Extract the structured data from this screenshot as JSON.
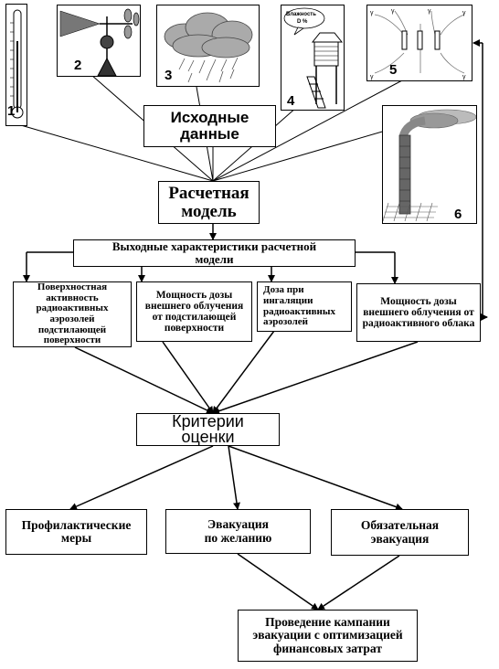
{
  "source_data": {
    "title_line1": "Исходные",
    "title_line2": "данные"
  },
  "model": {
    "line1": "Расчетная",
    "line2": "модель"
  },
  "outputs": {
    "title_line1": "Выходные характеристики расчетной",
    "title_line2": "модели",
    "items": [
      {
        "lines": [
          "Поверхностная",
          "активность",
          "радиоактивных",
          "аэрозолей",
          "подстилающей",
          "поверхности"
        ]
      },
      {
        "lines": [
          "Мощность дозы",
          "внешнего облучения",
          "от подстилающей",
          "поверхности"
        ]
      },
      {
        "lines": [
          "Доза при",
          "ингаляции",
          "радиоактивных",
          "аэрозолей"
        ]
      },
      {
        "lines": [
          "Мощность дозы",
          "внешнего облучения от",
          "радиоактивного облака"
        ]
      }
    ]
  },
  "criteria": {
    "line1": "Критерии",
    "line2": "оценки"
  },
  "actions": [
    {
      "lines": [
        "Профилактические",
        "меры"
      ]
    },
    {
      "lines": [
        "Эвакуация",
        "по желанию"
      ]
    },
    {
      "lines": [
        "Обязательная",
        "эвакуация"
      ]
    }
  ],
  "final": {
    "lines": [
      "Проведение кампании",
      "эвакуации с оптимизацией",
      "финансовых затрат"
    ]
  },
  "pictures": {
    "p1": {
      "number": "1",
      "icon": "thermometer-icon"
    },
    "p2": {
      "number": "2",
      "icon": "wind-vane-icon"
    },
    "p3": {
      "number": "3",
      "icon": "rain-cloud-icon"
    },
    "p4": {
      "number": "4",
      "icon": "weather-station-icon",
      "bubble_line1": "Влажность",
      "bubble_line2": "D %"
    },
    "p5": {
      "number": "5",
      "icon": "dosimeter-network-icon"
    },
    "p6": {
      "number": "6",
      "icon": "smokestack-plume-icon"
    }
  }
}
